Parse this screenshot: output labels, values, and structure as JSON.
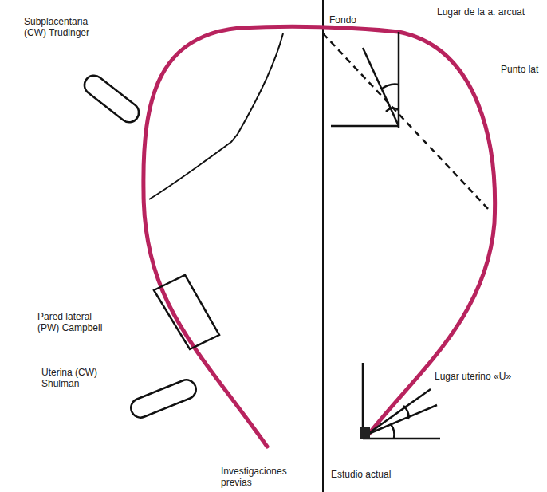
{
  "diagram": {
    "labels": [
      "Subplacentaria (CW) Trudinger",
      "Fondo",
      "Lugar de la a. arcuat",
      "Punto lat",
      "Pared lateral (PW) Campbell",
      "Uterina (CW) Shulman",
      "Lugar uterino «U»",
      "Investigaciones previas",
      "Estudio actual"
    ]
  }
}
